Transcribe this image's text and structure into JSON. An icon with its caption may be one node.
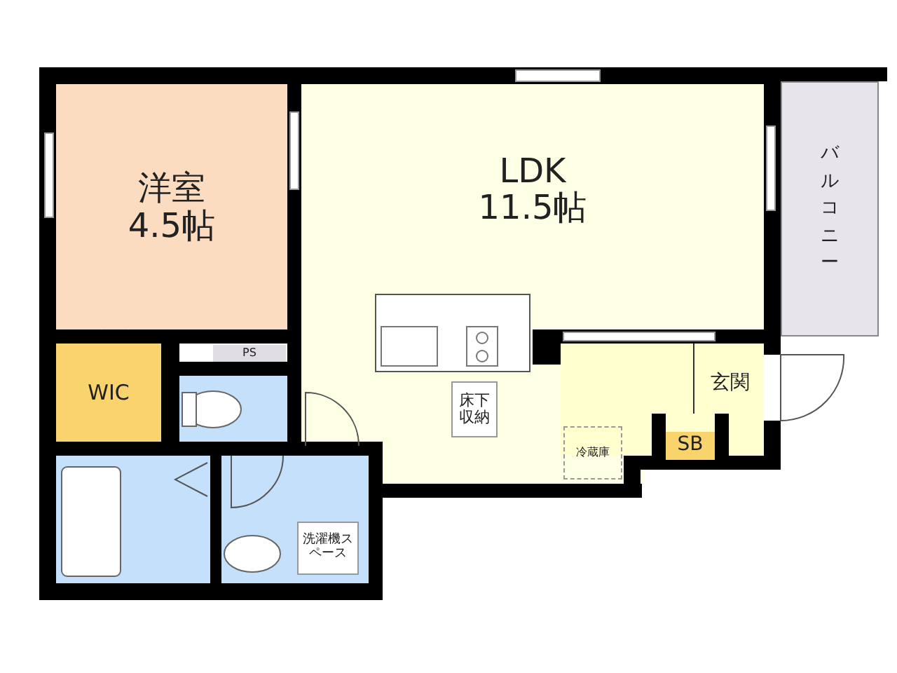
{
  "diagram": {
    "nodes": [
      {
        "text": [
          "洋室",
          "4.5帖"
        ]
      },
      {
        "text": [
          "LDK",
          "11.5帖"
        ]
      },
      {
        "text": [
          "バルコニー"
        ]
      },
      {
        "text": [
          "PS"
        ]
      },
      {
        "text": [
          "WIC"
        ]
      },
      {
        "text": [
          "床下収納"
        ]
      },
      {
        "text": [
          "冷蔵庫"
        ]
      },
      {
        "text": [
          "玄関"
        ]
      },
      {
        "text": [
          "SB"
        ]
      },
      {
        "text": [
          "洗濯機スペース"
        ]
      }
    ]
  }
}
